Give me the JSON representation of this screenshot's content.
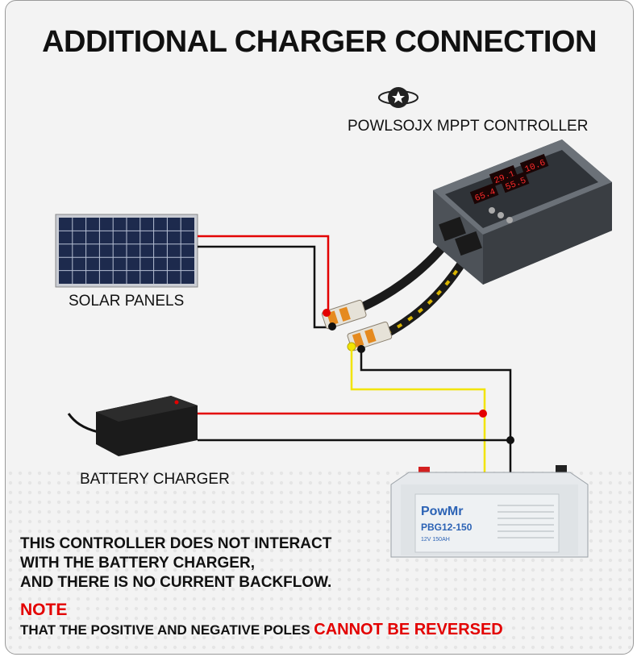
{
  "title": "ADDITIONAL CHARGER CONNECTION",
  "controller": {
    "label": "POWLSOJX MPPT CONTROLLER",
    "display_values": [
      "29.1",
      "10.6",
      "65.4",
      "55.5"
    ]
  },
  "solar_panels": {
    "label": "SOLAR PANELS"
  },
  "battery_charger": {
    "label": "BATTERY CHARGER"
  },
  "battery": {
    "brand": "PowMr",
    "model": "PBG12-150",
    "sub": "12V 150AH"
  },
  "notes": {
    "lines": [
      "THIS CONTROLLER DOES NOT INTERACT",
      "WITH THE BATTERY CHARGER,",
      "AND THERE IS NO CURRENT BACKFLOW."
    ],
    "note_title": "NOTE",
    "polarity_prefix": "THAT THE POSITIVE AND NEGATIVE POLES ",
    "polarity_emphasis": "CANNOT BE REVERSED"
  },
  "colors": {
    "positive_wire": "#e30000",
    "negative_wire": "#111111",
    "yellow_wire": "#f2e400",
    "note_red": "#e30000"
  }
}
